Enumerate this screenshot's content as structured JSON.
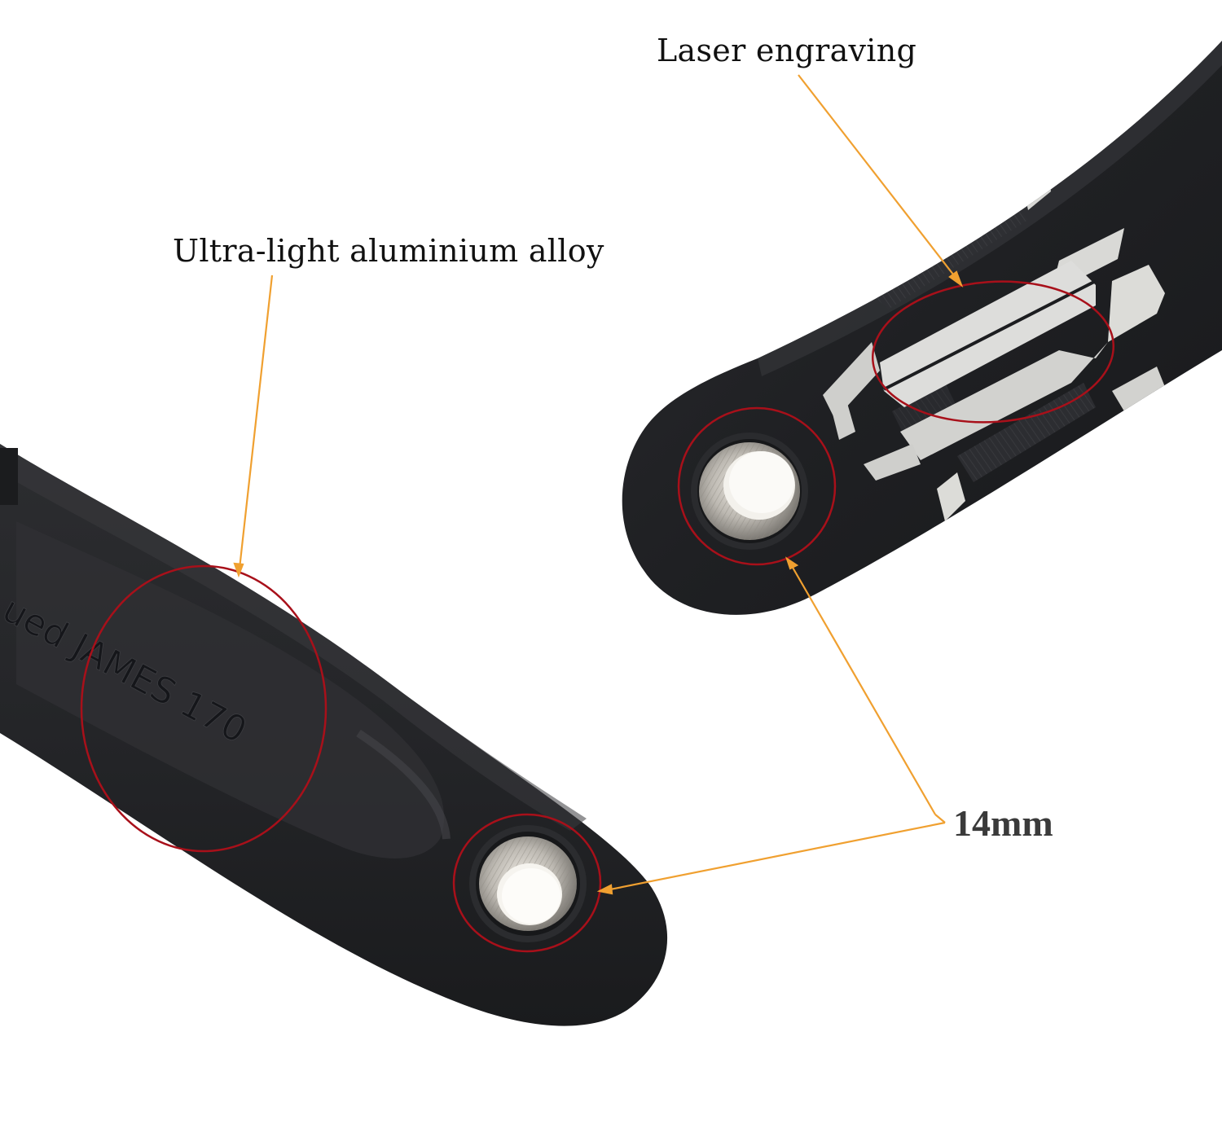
{
  "callouts": {
    "laser_engraving": "Laser engraving",
    "alloy": "Ultra-light aluminium alloy",
    "thread_size": "14mm"
  },
  "crank_engraving": {
    "text": "ued JAMES 170"
  },
  "colors": {
    "background": "#ffffff",
    "crank_body": "#202124",
    "crank_highlight": "#3a3b3e",
    "graphic_silver": "#d9d9d6",
    "leader_line": "#f0a030",
    "highlight_ring": "#a8101a",
    "thread_metal": "#b9b6b0"
  },
  "icons": {
    "left_crank": "crank-arm-left-photo",
    "right_crank": "crank-arm-right-photo",
    "pedal_hole": "threaded-pedal-hole"
  }
}
